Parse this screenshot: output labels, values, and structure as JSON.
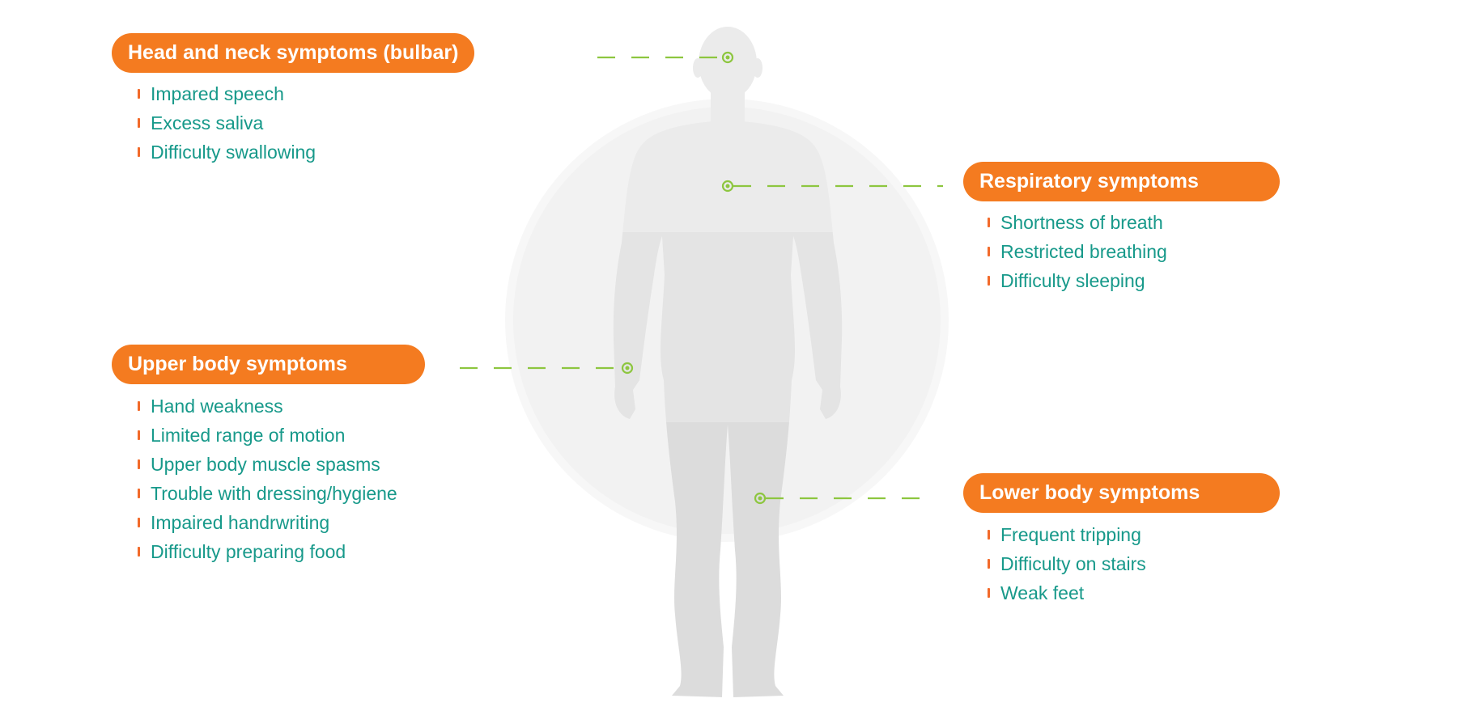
{
  "colors": {
    "accent": "#f47b20",
    "text": "#17998a",
    "connector": "#8dc63f",
    "body": "#e6e6e6"
  },
  "groups": [
    {
      "title": "Head and neck symptoms (bulbar)",
      "items": [
        "Impared speech",
        "Excess saliva",
        "Difficulty swallowing"
      ]
    },
    {
      "title": "Respiratory symptoms",
      "items": [
        "Shortness of breath",
        "Restricted breathing",
        "Difficulty sleeping"
      ]
    },
    {
      "title": "Upper body symptoms",
      "items": [
        "Hand weakness",
        "Limited range of motion",
        "Upper body muscle spasms",
        "Trouble with dressing/hygiene",
        "Impaired handrwriting",
        "Difficulty preparing food"
      ]
    },
    {
      "title": "Lower body symptoms",
      "items": [
        "Frequent tripping",
        "Difficulty on stairs",
        "Weak feet"
      ]
    }
  ]
}
